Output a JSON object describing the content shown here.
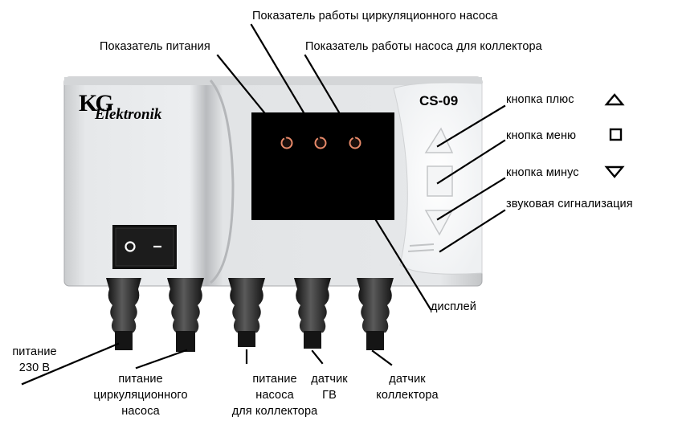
{
  "device": {
    "brand_top": "KG",
    "brand_bottom": "Elektronik",
    "model": "CS-09",
    "switch_on": "O",
    "switch_off": "–"
  },
  "labels": {
    "circ_pump_indicator": "Показатель работы циркуляционного насоса",
    "power_indicator": "Показатель питания",
    "collector_pump_indicator": "Показатель работы насоса для коллектора",
    "plus_button": "кнопка плюс",
    "menu_button": "кнопка меню",
    "minus_button": "кнопка минус",
    "sound": "звуковая сигнализация",
    "display": "дисплей",
    "power_230_line1": "питание",
    "power_230_line2": "230 В",
    "circ_power_line1": "питание",
    "circ_power_line2": "циркуляционного",
    "circ_power_line3": "насоса",
    "coll_power_line1": "питание",
    "coll_power_line2": "насоса",
    "coll_power_line3": "для коллектора",
    "gv_sensor_line1": "датчик",
    "gv_sensor_line2": "ГВ",
    "coll_sensor_line1": "датчик",
    "coll_sensor_line2": "коллектора"
  },
  "icons": [
    "triangle-up-icon",
    "square-icon",
    "triangle-down-icon"
  ],
  "colors": {
    "housing": "#e2e4e6",
    "display": "#000000",
    "led_ring": "#e88a6a",
    "cable": "#1e1e1e"
  }
}
